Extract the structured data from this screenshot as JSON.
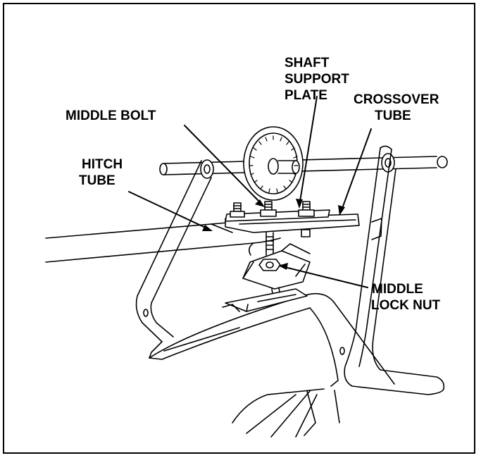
{
  "labels": {
    "shaft_support_plate": [
      "SHAFT",
      "SUPPORT",
      "PLATE"
    ],
    "crossover_tube": [
      "CROSSOVER",
      "TUBE"
    ],
    "middle_bolt": [
      "MIDDLE BOLT"
    ],
    "hitch_tube": [
      "HITCH",
      "TUBE"
    ],
    "middle_lock_nut": [
      "MIDDLE",
      "LOCK NUT"
    ]
  },
  "colors": {
    "line": "#000000",
    "background": "#ffffff"
  }
}
